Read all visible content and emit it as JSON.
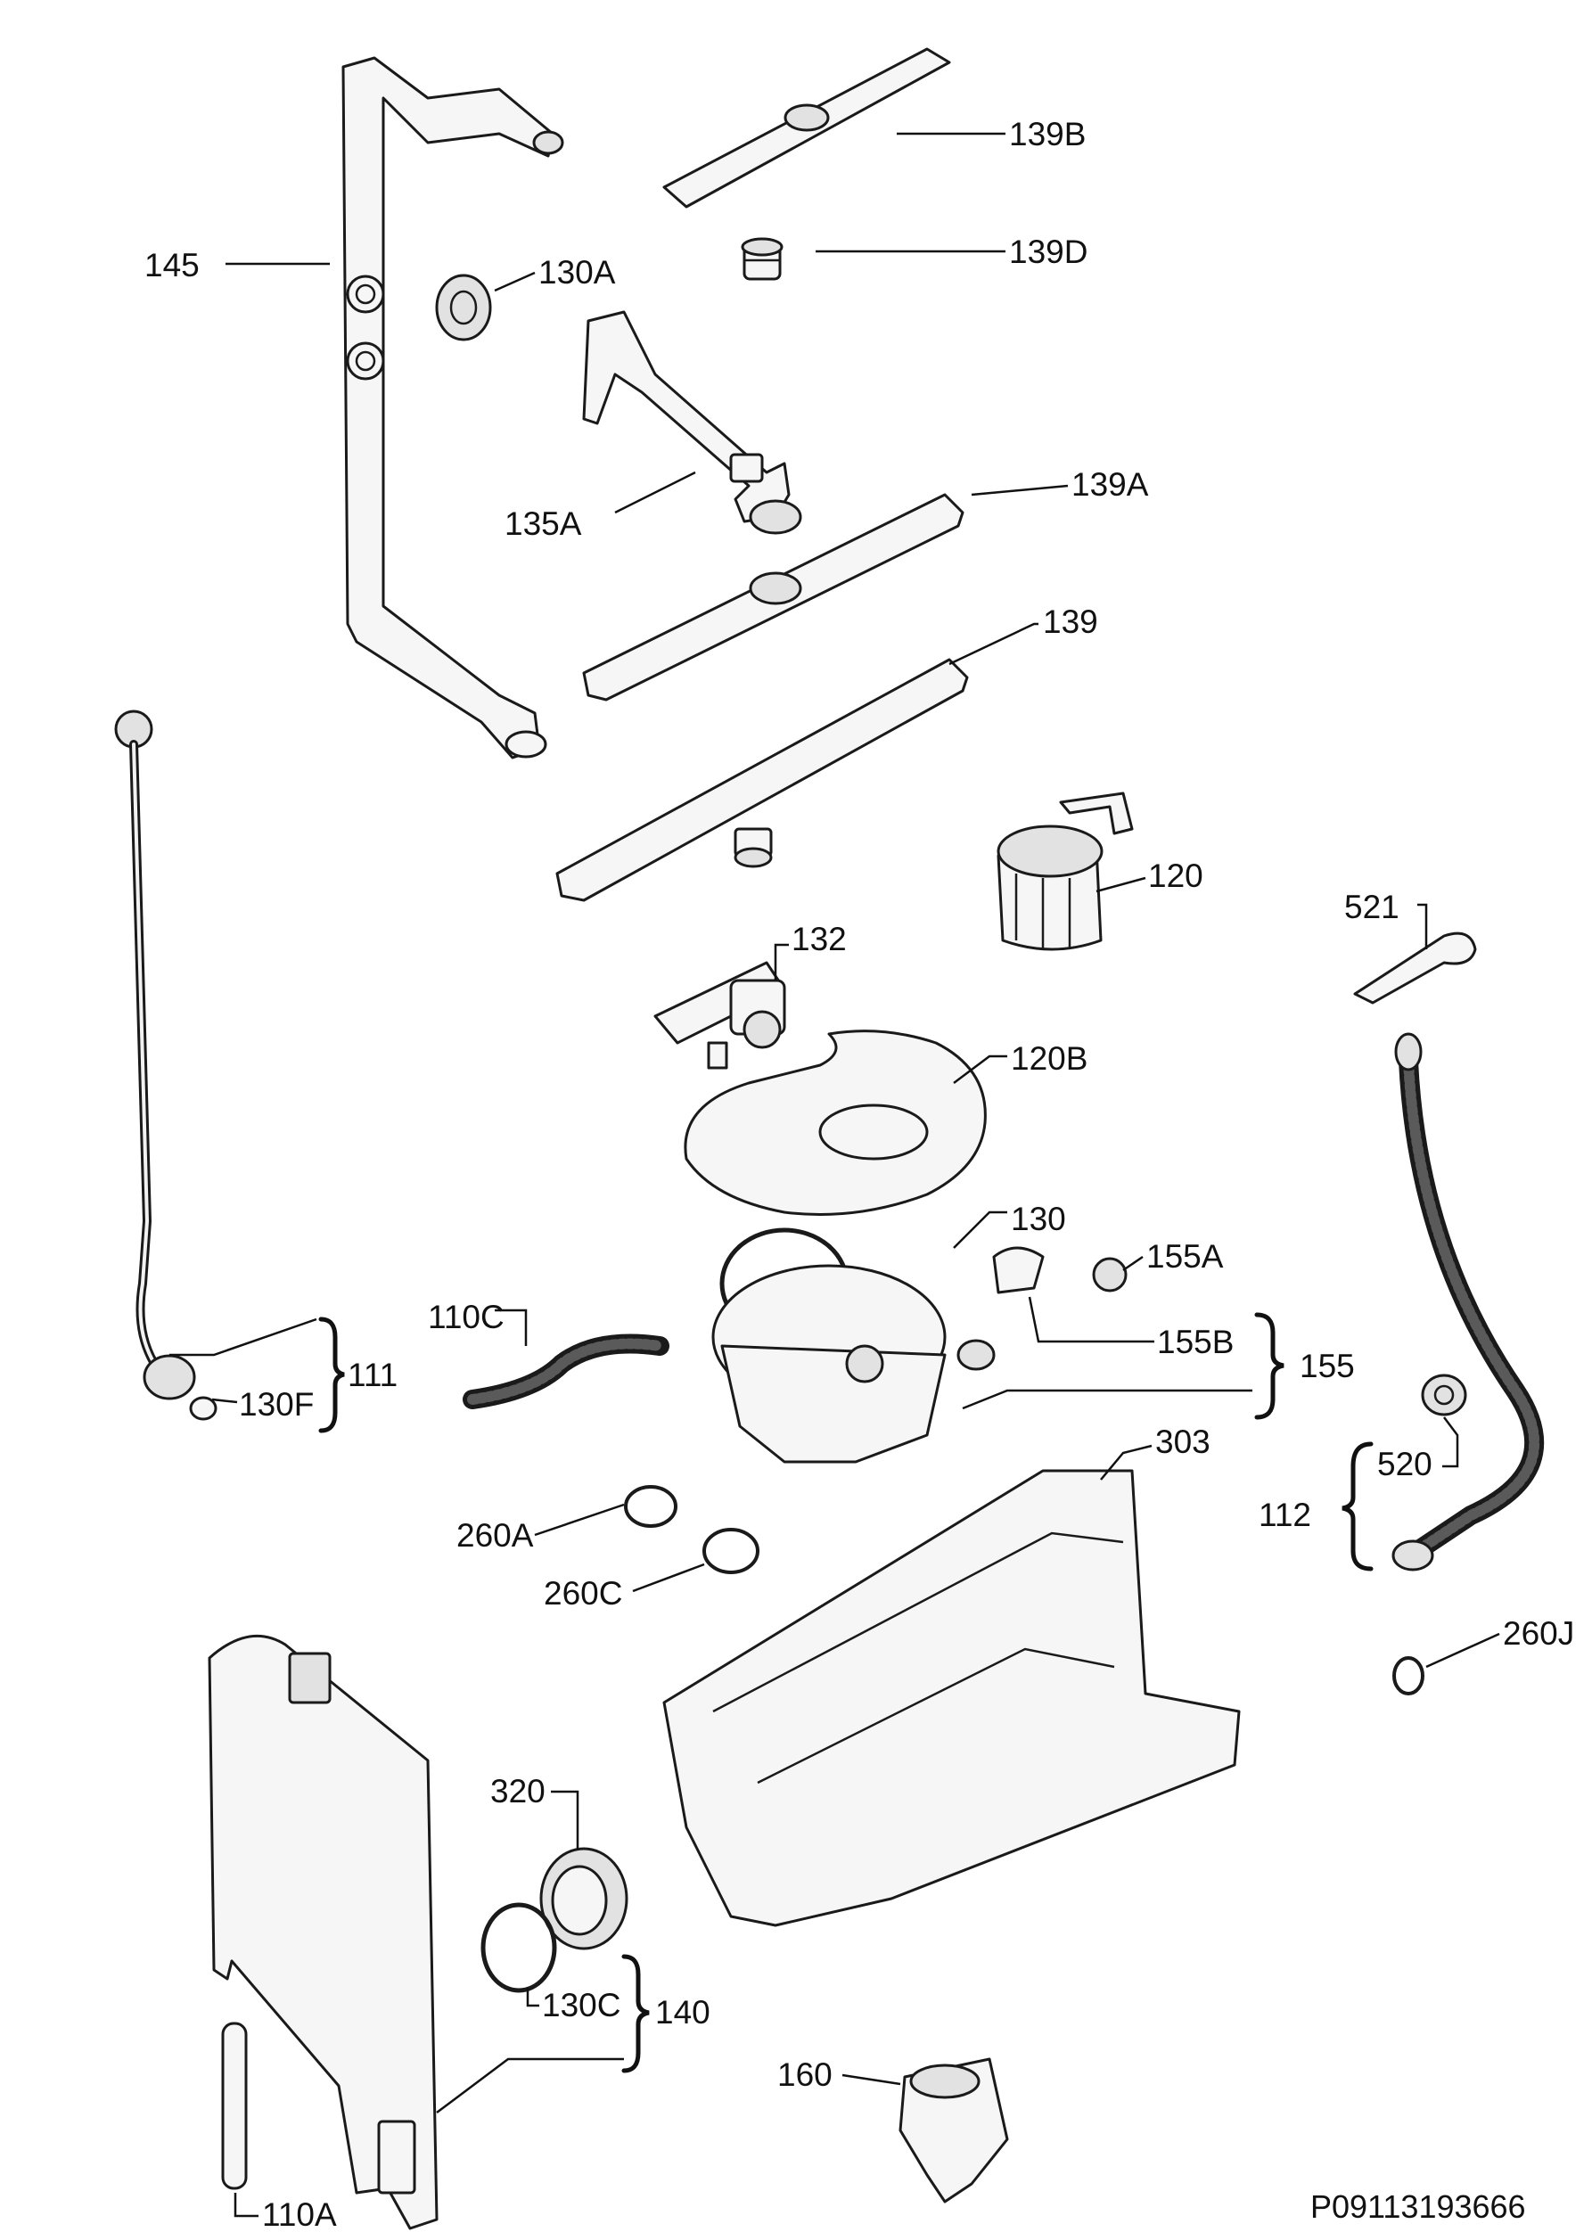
{
  "document_id": "P09113193666",
  "parts": {
    "p145": "145",
    "p130A": "130A",
    "p139B": "139B",
    "p139D": "139D",
    "p135A": "135A",
    "p139A": "139A",
    "p139": "139",
    "p120": "120",
    "p132": "132",
    "p521": "521",
    "p120B": "120B",
    "p130": "130",
    "p155A": "155A",
    "p155B": "155B",
    "p155": "155",
    "p110C": "110C",
    "p111": "111",
    "p130F": "130F",
    "p303": "303",
    "p520": "520",
    "p112": "112",
    "p260A": "260A",
    "p260C": "260C",
    "p260J": "260J",
    "p320": "320",
    "p130C": "130C",
    "p140": "140",
    "p160": "160",
    "p110A": "110A"
  }
}
